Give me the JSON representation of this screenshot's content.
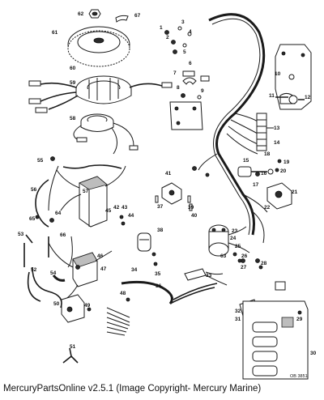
{
  "diagram": {
    "callouts": [
      "62",
      "67",
      "61",
      "1",
      "2",
      "3",
      "4",
      "5",
      "6",
      "7",
      "8",
      "9",
      "10",
      "11",
      "12",
      "13",
      "14",
      "15",
      "16",
      "17",
      "18",
      "19",
      "20",
      "21",
      "22",
      "23",
      "24",
      "25",
      "26",
      "27",
      "28",
      "29",
      "30",
      "31",
      "32",
      "33",
      "34",
      "35",
      "36",
      "37",
      "38",
      "39",
      "40",
      "41",
      "42",
      "43",
      "44",
      "45",
      "46",
      "47",
      "48",
      "49",
      "50",
      "51",
      "52",
      "53",
      "54",
      "55",
      "56",
      "57",
      "58",
      "59",
      "60",
      "63",
      "64",
      "65",
      "66"
    ],
    "drawing_code": "OB 3851"
  },
  "footer": {
    "text": "MercuryPartsOnline v2.5.1 (Image Copyright- Mercury Marine)"
  }
}
